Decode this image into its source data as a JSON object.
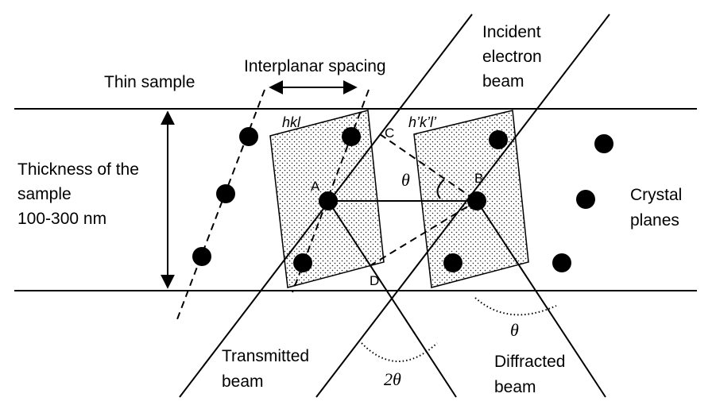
{
  "labels": {
    "thin_sample": "Thin sample",
    "interplanar_spacing": "Interplanar spacing",
    "incident_beam": [
      "Incident",
      "electron",
      "beam"
    ],
    "thickness": [
      "Thickness of the",
      "sample",
      "100-300 nm"
    ],
    "crystal_planes": [
      "Crystal",
      "planes"
    ],
    "transmitted_beam": [
      "Transmitted",
      "beam"
    ],
    "diffracted_beam": [
      "Diffracted",
      "beam"
    ],
    "plane_hkl": "hkl",
    "plane_hkl_prime": "h’k’l’",
    "theta": "θ",
    "two_theta": "2θ"
  },
  "points": {
    "A": "A",
    "B": "B",
    "C": "C",
    "D": "D"
  },
  "colors": {
    "ink": "#000000",
    "background": "#ffffff"
  }
}
